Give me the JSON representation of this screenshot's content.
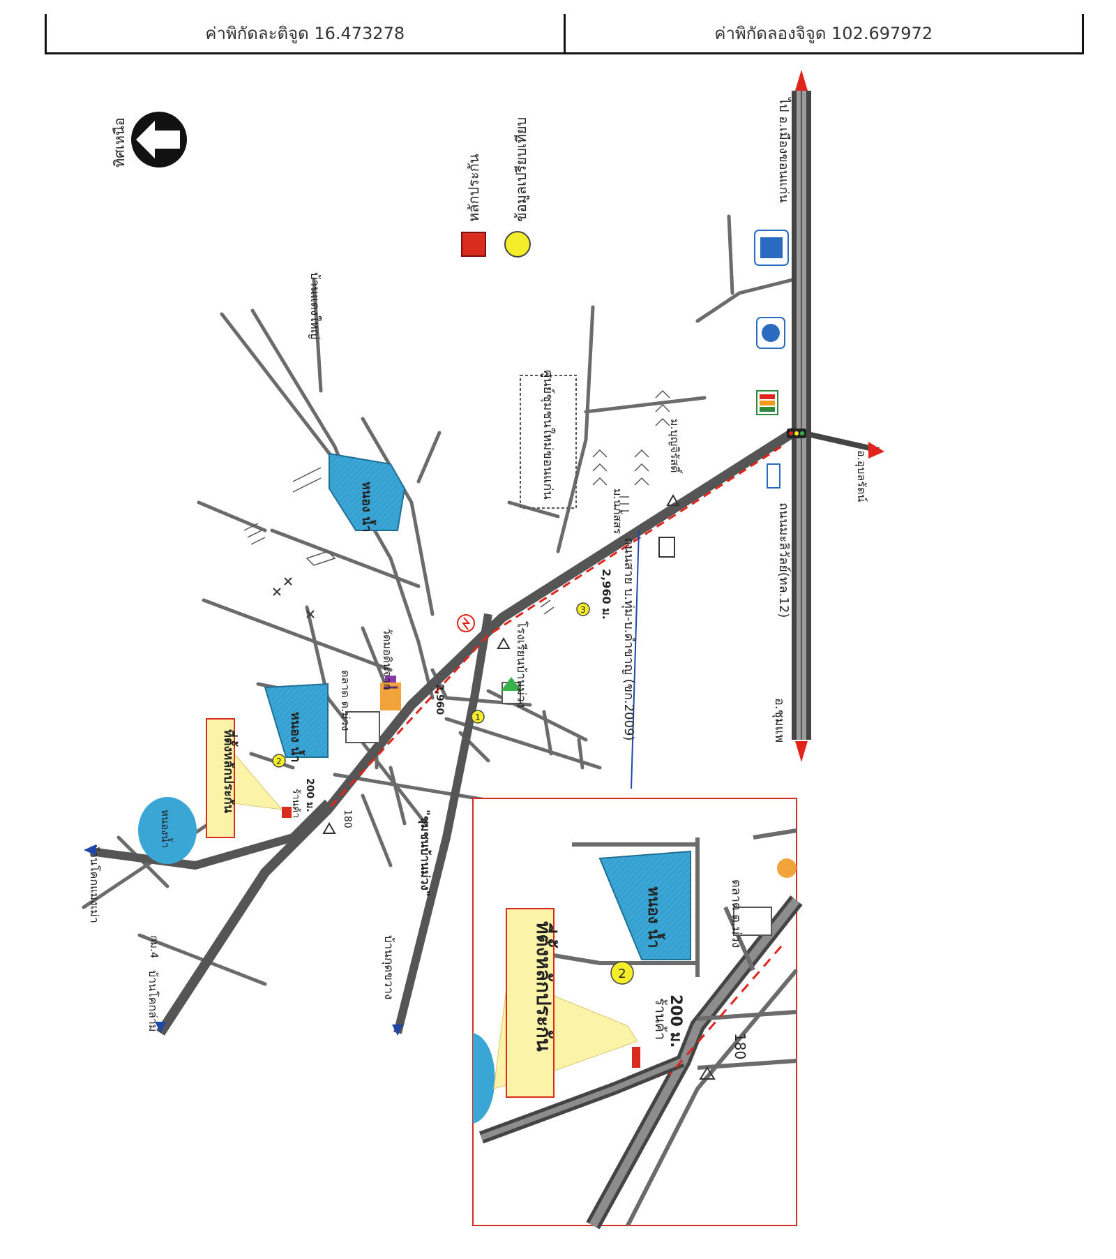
{
  "header": {
    "latitude_text": "ค่าพิกัดละติจูด 16.473278",
    "longitude_text": "ค่าพิกัดลองจิจูด 102.697972"
  },
  "compass": {
    "label": "ทิศเหนือ",
    "icon": "north-arrow-icon"
  },
  "legend": {
    "items": [
      {
        "label": "หลักประกัน",
        "color": "#d92b1e",
        "shape": "square"
      },
      {
        "label": "ข้อมูลเปรียบเทียบ",
        "color": "#f4ee2a",
        "shape": "circle"
      }
    ]
  },
  "map_labels": {
    "to_khon_kaen": "ไป อ.เมืองขอนแก่น",
    "to_chum_phae": "อ.ชุมแพ",
    "highway": "ถนนมะลิวัลย์(ทล.12)",
    "to_ubolratana": "อ.อุบลรัตน์",
    "road_name": "ถนนสาย บ.ทุ่ม-บ.ดำขาญ (ขก.2009)",
    "distance_main": "2,960 ม.",
    "distance_short": "2,960",
    "new_town_center": "ศูนย์ชุมชนใหม่ขอนแก่น",
    "village_house": "ม.บุญจิรัสดิ์",
    "village_house2": "ม.นภัสสร",
    "ban_daeng_yai": "บ้านแดงใหญ่",
    "pond": "หนอง น้ำ",
    "pond_small": "หนองน้ำ",
    "school": "โรงเรียนบ้านม่วง",
    "temple": "วัดมอดินจาก",
    "market": "ตลาด ต.ม่วง",
    "community": "\"ชุมชนบ้านม่วง\"",
    "ban_kut_khwang": "บ้านกุดขวาง",
    "ban_khok": "บ้านโคกล่าม",
    "ban_kham_mak": "บ้านโคกแมงเม่า",
    "km": "กม.4",
    "shop": "ร้านค้า",
    "distance_200": "200 ม.",
    "marker_180": "180",
    "callout": "ที่ตั้งหลักประกัน",
    "n1": "1",
    "n2": "2",
    "n3": "3"
  },
  "colors": {
    "pond": "#3aa6d6",
    "callout_fill": "#fbf4a8",
    "callout_border": "#d92b1e",
    "collateral": "#d92b1e",
    "comparable": "#f4ee2a",
    "route": "#e0241b",
    "road_blue": "#1f47a8"
  }
}
